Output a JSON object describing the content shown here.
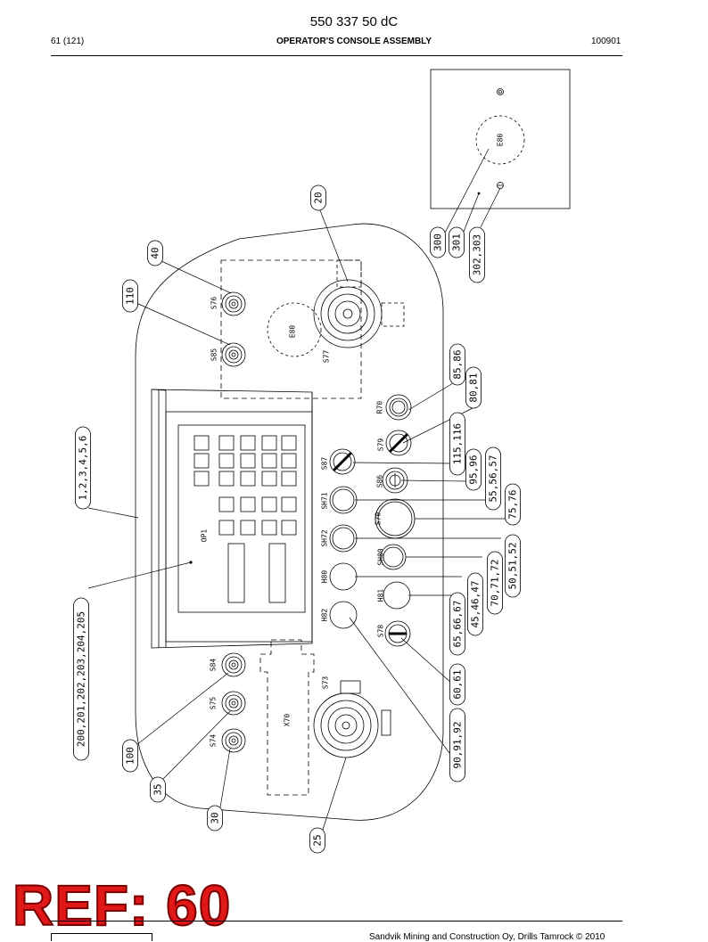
{
  "header": {
    "doc_number": "550 337 50 dC",
    "page_ref": "61 (121)",
    "title": "OPERATOR'S CONSOLE ASSEMBLY",
    "date_code": "100901"
  },
  "callouts": [
    {
      "id": "c20",
      "label": "20"
    },
    {
      "id": "c40",
      "label": "40"
    },
    {
      "id": "c110",
      "label": "110"
    },
    {
      "id": "c1_6",
      "label": "1,2,3,4,5,6"
    },
    {
      "id": "c200",
      "label": "200,201,202,203,204,205"
    },
    {
      "id": "c100",
      "label": "100"
    },
    {
      "id": "c35",
      "label": "35"
    },
    {
      "id": "c30",
      "label": "30"
    },
    {
      "id": "c25",
      "label": "25"
    },
    {
      "id": "c300",
      "label": "300"
    },
    {
      "id": "c301",
      "label": "301"
    },
    {
      "id": "c302",
      "label": "302,303"
    },
    {
      "id": "c85",
      "label": "85,86"
    },
    {
      "id": "c80",
      "label": "80,81"
    },
    {
      "id": "c115",
      "label": "115,116"
    },
    {
      "id": "c95",
      "label": "95,96"
    },
    {
      "id": "c55",
      "label": "55,56,57"
    },
    {
      "id": "c75",
      "label": "75,76"
    },
    {
      "id": "c50",
      "label": "50,51,52"
    },
    {
      "id": "c70",
      "label": "70,71,72"
    },
    {
      "id": "c45",
      "label": "45,46,47"
    },
    {
      "id": "c65",
      "label": "65,66,67"
    },
    {
      "id": "c60",
      "label": "60,61"
    },
    {
      "id": "c90",
      "label": "90,91,92"
    }
  ],
  "component_labels": {
    "e80_top": "E80",
    "e80_panel": "E80",
    "s76": "S76",
    "s85": "S85",
    "s77": "S77",
    "r70": "R70",
    "s79": "S79",
    "s87": "S87",
    "s86": "S86",
    "sh71": "SH71",
    "s70": "S70",
    "sh72": "SH72",
    "sh80": "SH80",
    "h80": "H80",
    "h81": "H81",
    "h82": "H82",
    "s78": "S78",
    "s84": "S84",
    "s75": "S75",
    "s74": "S74",
    "s73": "S73",
    "x70": "X70",
    "op1": "OP1"
  },
  "stamp": {
    "text": "REF: 60",
    "color": "#e01818"
  },
  "footer": {
    "text": "Sandvik Mining and Construction Oy, Drills Tamrock © 2010"
  }
}
